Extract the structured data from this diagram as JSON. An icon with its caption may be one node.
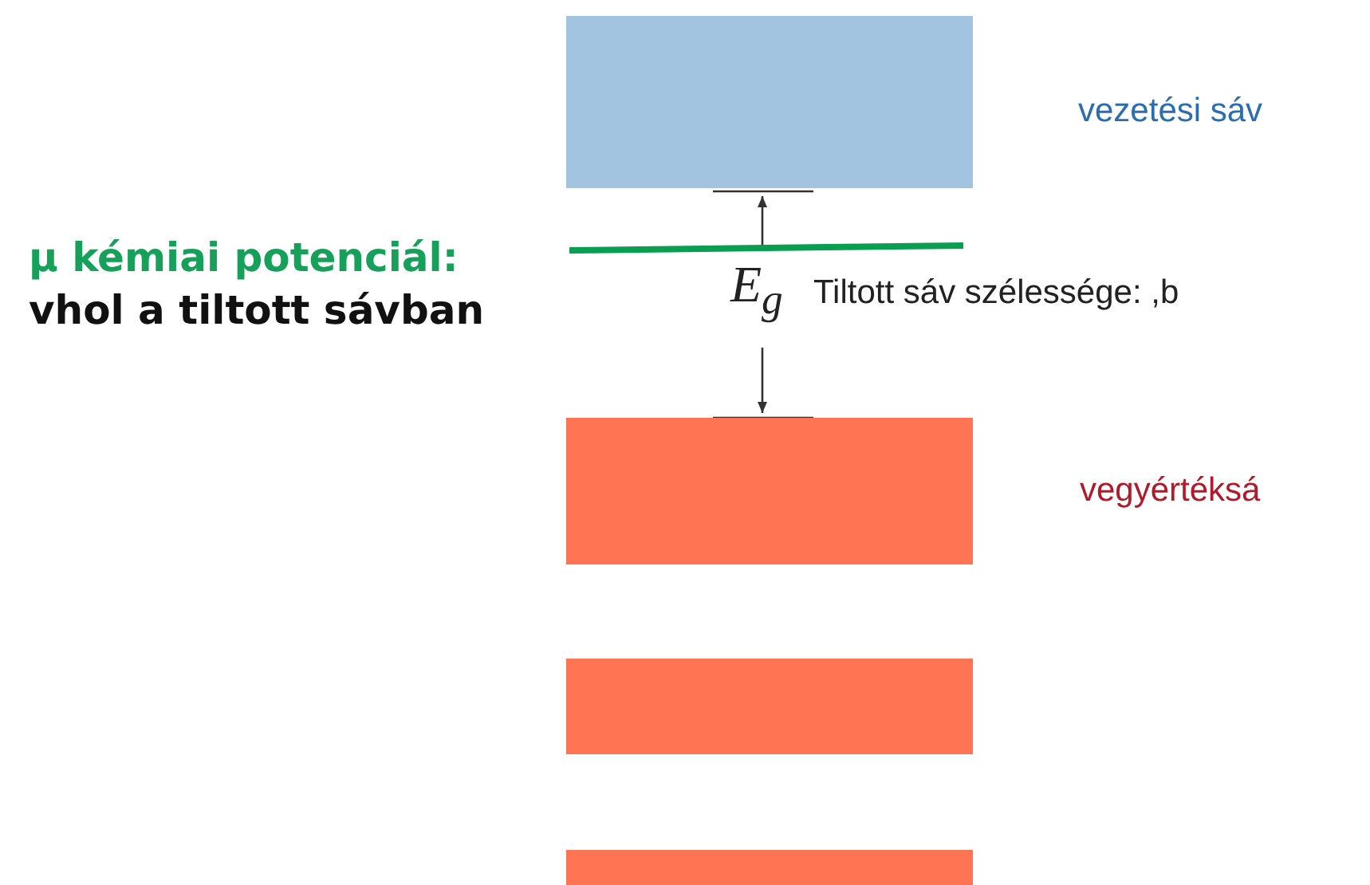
{
  "diagram": {
    "nodes": [
      {
        "text": [],
        "shape": "box",
        "beside": [
          "vezetési sáv"
        ]
      },
      {
        "text": [],
        "shape": "box",
        "beside": [
          "vegyértéksá"
        ]
      },
      {
        "text": [],
        "shape": "box"
      },
      {
        "text": [],
        "shape": "box"
      }
    ],
    "edges": [],
    "labels": [
      "μ kémiai potenciál:",
      "vhol a tiltott sávban",
      "E$_{g}$",
      "Tiltott sáv szélessége: ,b"
    ]
  }
}
